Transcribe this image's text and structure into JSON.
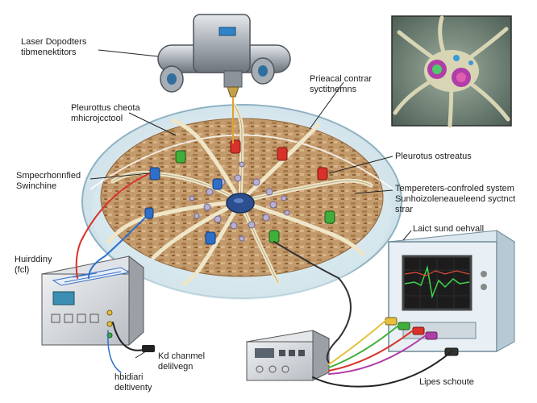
{
  "labels": {
    "laser": [
      "Laser Dopodters",
      "tibmenektitors"
    ],
    "pleurotus_micro": [
      "Pleurottus cheota",
      "mhicrojcctool"
    ],
    "prieacal": [
      "Prieacal contrar",
      "syctitnemns"
    ],
    "synchronized": [
      "Smpecrhonnfied",
      "Swinchine"
    ],
    "pleurotus_ostreatus": [
      "Pleurotus ostreatus"
    ],
    "temperature": [
      "Tempereters-confroled system",
      "Sunhoizoleneaueleend syctnct",
      "strar"
    ],
    "humidity": [
      "Huirddiny",
      "(fcl)"
    ],
    "light_channel": [
      "Laict sund oehvall"
    ],
    "k_channel": [
      "Kd chanmel",
      "delilvegn"
    ],
    "hbidiari": [
      "hbidiari",
      "deltiventy"
    ],
    "lipes": [
      "Lipes schoute"
    ]
  },
  "colors": {
    "substrate": "#c39a6b",
    "mycelium": "#efe6c8",
    "dish_rim": "#cfe2ea",
    "electrode_red": "#d8322a",
    "electrode_green": "#3fae3a",
    "electrode_blue": "#2e6fc9",
    "center_node": "#2c4f8f",
    "screen_bg": "#1c1c1c",
    "waveform_green": "#3cd64a",
    "waveform_red": "#e04a3a"
  }
}
